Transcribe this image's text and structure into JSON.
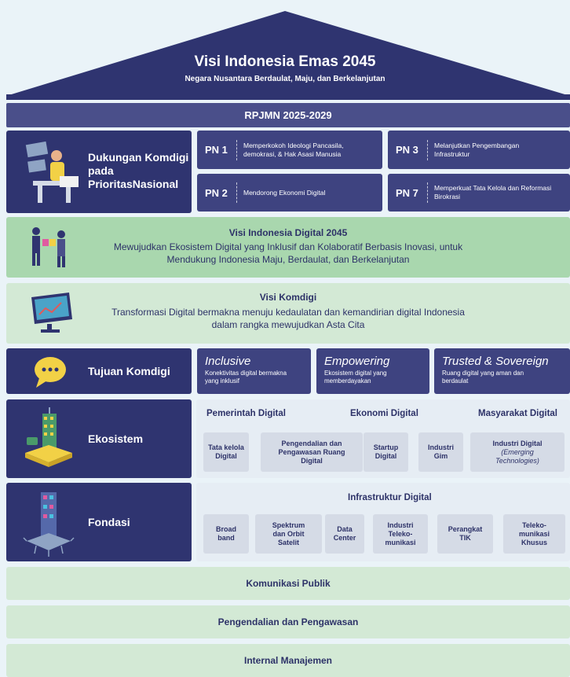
{
  "roof": {
    "title": "Visi Indonesia Emas 2045",
    "subtitle": "Negara Nusantara Berdaulat, Maju, dan Berkelanjutan"
  },
  "rpjmn": "RPJMN 2025-2029",
  "dukungan": {
    "label": "Dukungan Komdigi pada PrioritasNasional",
    "items": [
      {
        "code": "PN 1",
        "text": "Memperkokoh Ideologi Pancasila, demokrasi, & Hak Asasi Manusia"
      },
      {
        "code": "PN 3",
        "text": "Melanjutkan Pengembangan Infrastruktur"
      },
      {
        "code": "PN 2",
        "text": "Mendorong Ekonomi Digital"
      },
      {
        "code": "PN 7",
        "text": "Memperkuat Tata Kelola dan Reformasi Birokrasi"
      }
    ]
  },
  "visi_digital": {
    "title": "Visi Indonesia Digital 2045",
    "line1": "Mewujudkan Ekosistem Digital yang Inklusif dan Kolaboratif Berbasis Inovasi, untuk",
    "line2": "Mendukung Indonesia Maju, Berdaulat, dan Berkelanjutan"
  },
  "visi_komdigi": {
    "title": "Visi Komdigi",
    "line1": "Transformasi Digital bermakna menuju kedaulatan dan kemandirian digital Indonesia",
    "line2": "dalam rangka mewujudkan Asta Cita"
  },
  "tujuan": {
    "label": "Tujuan Komdigi",
    "items": [
      {
        "title": "Inclusive",
        "desc": "Konektivitas digital bermakna yang inklusif"
      },
      {
        "title": "Empowering",
        "desc": "Ekosistem digital yang memberdayakan"
      },
      {
        "title": "Trusted & Sovereign",
        "desc": "Ruang digital yang aman dan berdaulat"
      }
    ]
  },
  "ekosistem": {
    "label": "Ekosistem",
    "headers": [
      "Pemerintah Digital",
      "Ekonomi Digital",
      "Masyarakat Digital"
    ],
    "items": [
      "Tata kelola Digital",
      "Pengendalian dan Pengawasan Ruang Digital",
      "Startup Digital",
      "Industri Gim",
      "Industri Digital",
      "(Emerging Technologies)"
    ]
  },
  "fondasi": {
    "label": "Fondasi",
    "header": "Infrastruktur Digital",
    "items": [
      "Broad band",
      "Spektrum dan Orbit Satelit",
      "Data Center",
      "Industri Teleko- munikasi",
      "Perangkat TIK",
      "Teleko- munikasi Khusus"
    ]
  },
  "bottom": [
    "Komunikasi Publik",
    "Pengendalian dan Pengawasan",
    "Internal Manajemen"
  ],
  "colors": {
    "navy": "#2f3470",
    "navy_light": "#3e4380",
    "green_dark": "#a9d7ae",
    "green_light": "#d3e9d5",
    "yellow_accent": "#f2d146"
  }
}
